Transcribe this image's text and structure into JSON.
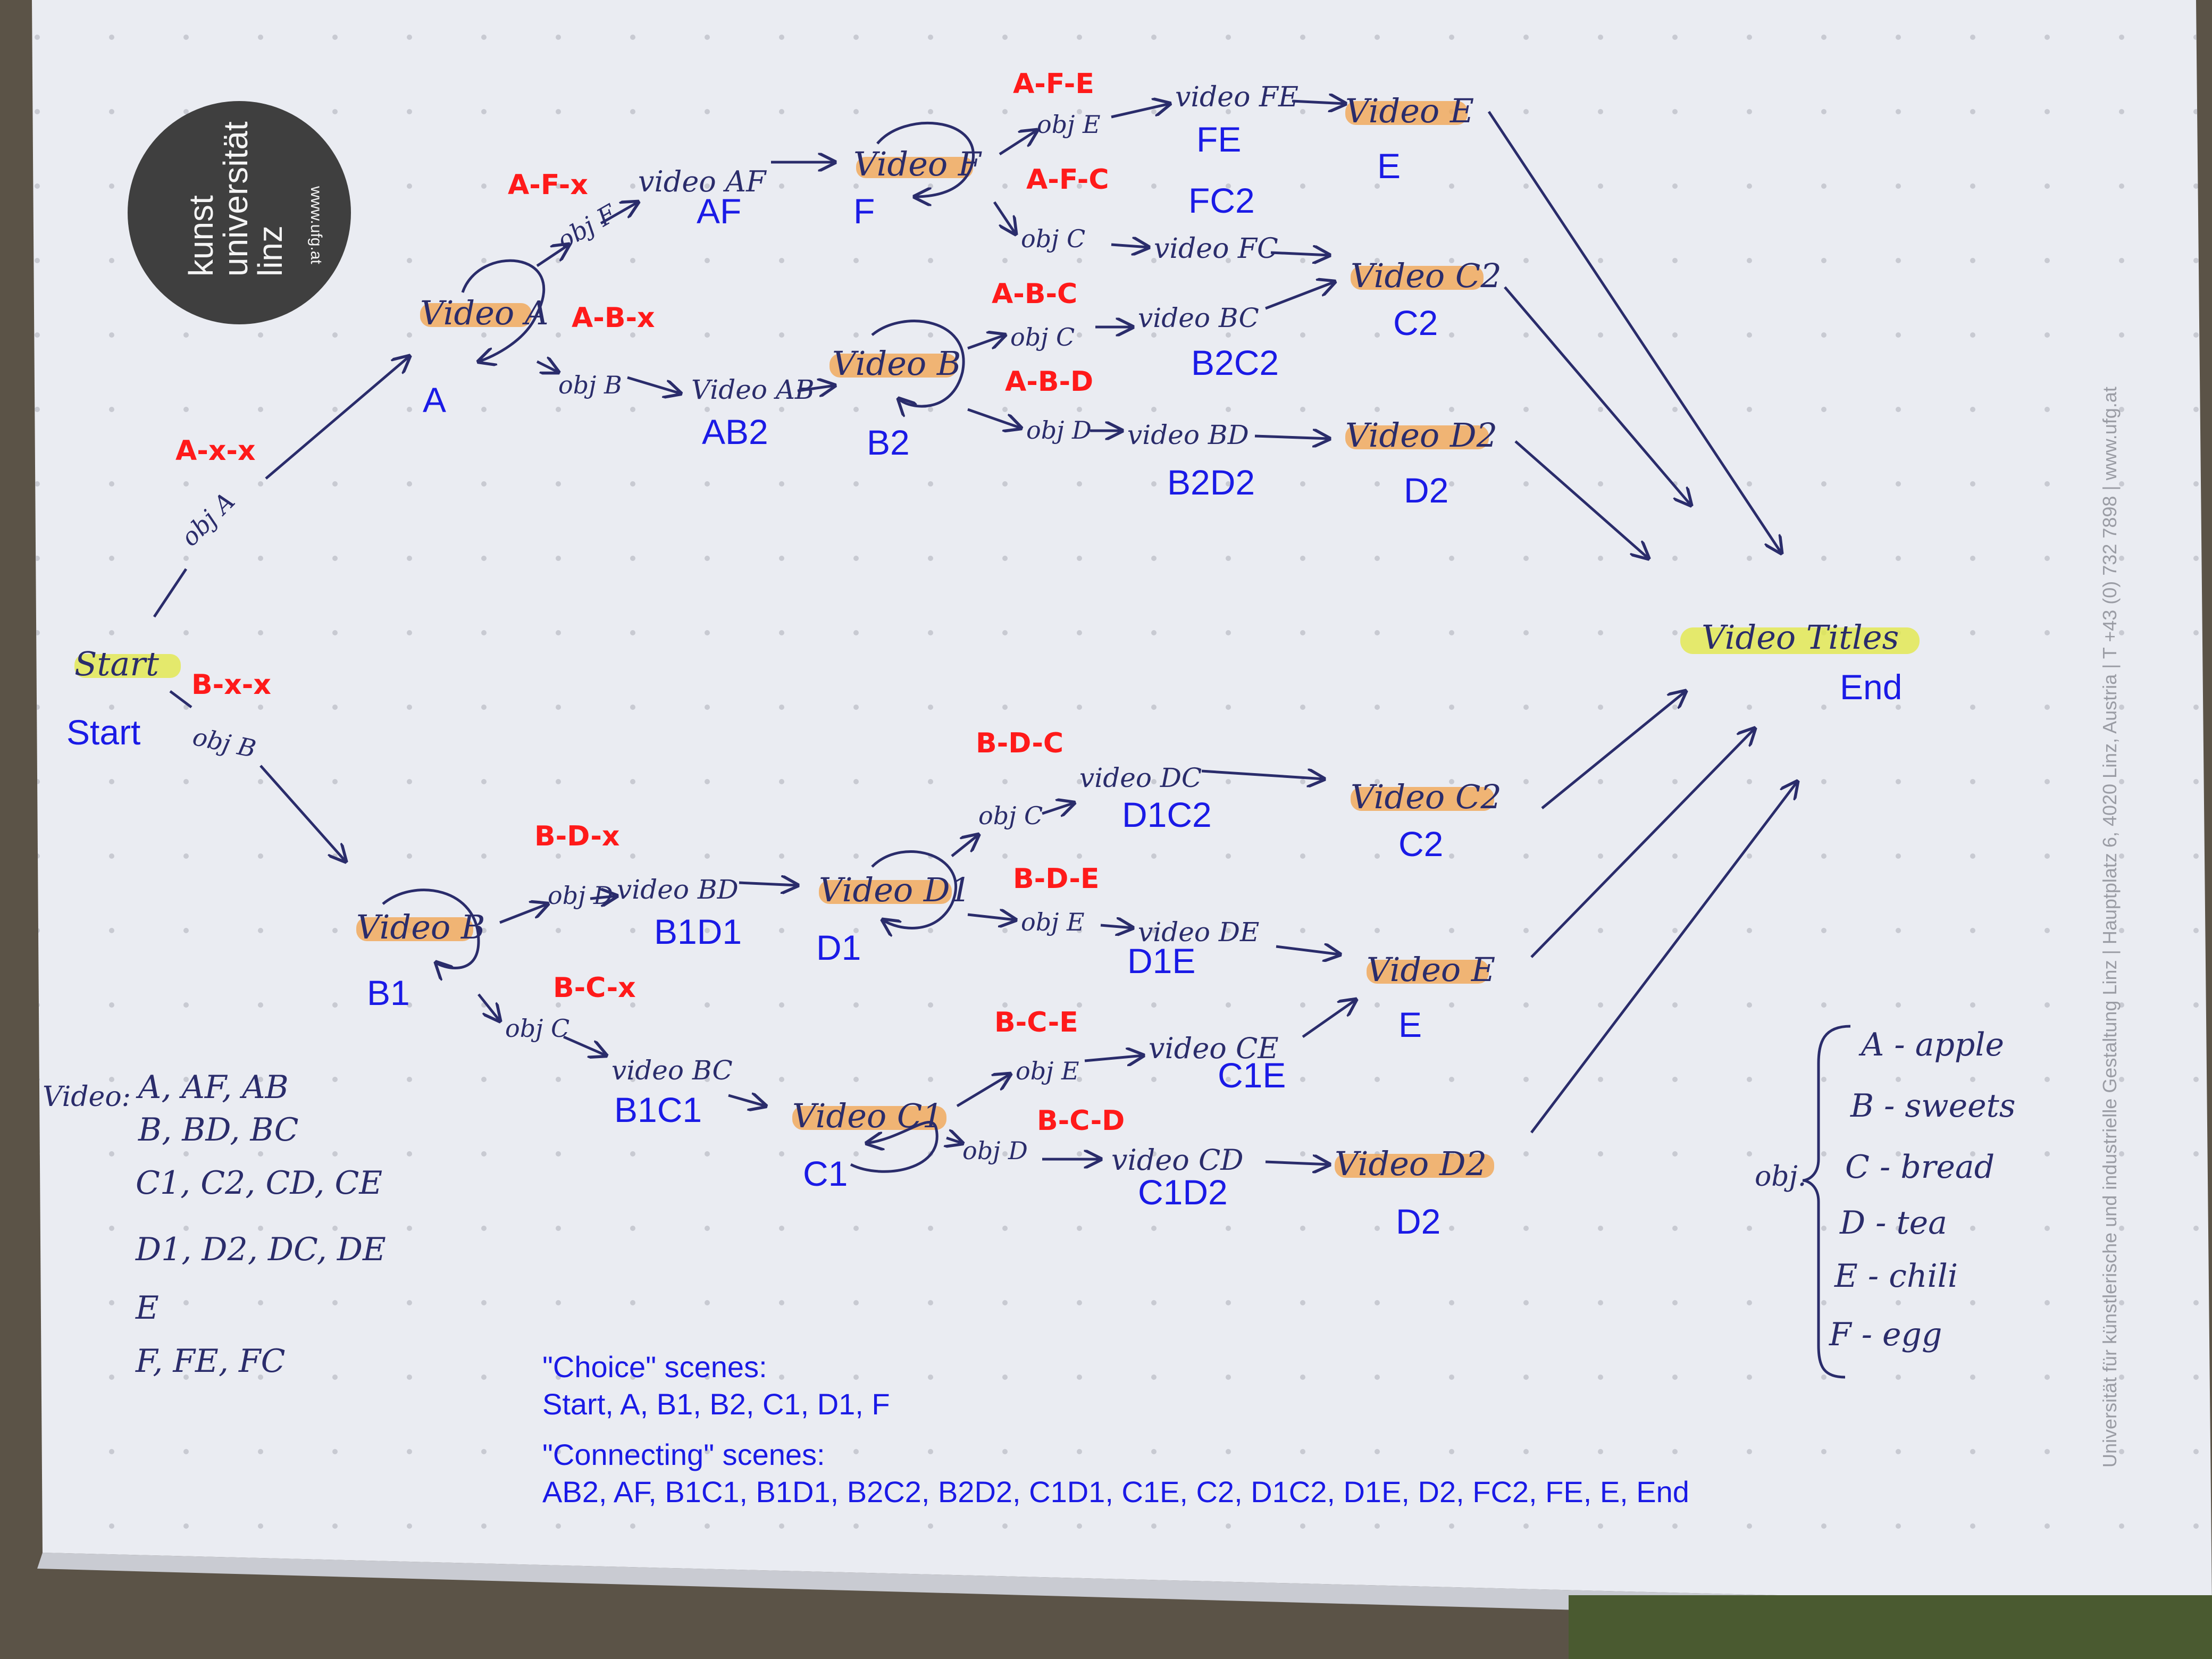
{
  "logo": {
    "line1": "kunst",
    "line2": "universität",
    "line3": "linz",
    "url": "www.ufg.at"
  },
  "side_imprint": "Universität für künstlerische und industrielle Gestaltung Linz | Hauptplatz 6, 4020 Linz, Austria | T +43 (0) 732 7898 | www.ufg.at",
  "nodes": {
    "start": {
      "hand": "Start",
      "name": "Start"
    },
    "video_a": {
      "hand": "Video A",
      "name": "A"
    },
    "video_af": {
      "hand": "video AF",
      "name": "AF"
    },
    "video_f": {
      "hand": "Video F",
      "name": "F"
    },
    "video_fe": {
      "hand": "video FE",
      "name": "FE"
    },
    "video_e_top": {
      "hand": "Video E",
      "name": "E"
    },
    "video_fc": {
      "hand": "video FC",
      "name": "FC2"
    },
    "video_c2_top": {
      "hand": "Video C2",
      "name": "C2"
    },
    "video_ab": {
      "hand": "Video AB",
      "name": "AB2"
    },
    "video_b2": {
      "hand": "Video B",
      "name": "B2"
    },
    "video_bc": {
      "hand": "video BC",
      "name": "B2C2"
    },
    "video_bd": {
      "hand": "video BD",
      "name": "B2D2"
    },
    "video_d2_top": {
      "hand": "Video D2",
      "name": "D2"
    },
    "video_b1": {
      "hand": "Video B",
      "name": "B1"
    },
    "video_b1d1": {
      "hand": "video BD",
      "name": "B1D1"
    },
    "video_d1": {
      "hand": "Video D1",
      "name": "D1"
    },
    "video_dc": {
      "hand": "video DC",
      "name": "D1C2"
    },
    "video_c2_bot": {
      "hand": "Video C2",
      "name": "C2"
    },
    "video_de": {
      "hand": "video DE",
      "name": "D1E"
    },
    "video_e_bot": {
      "hand": "Video E",
      "name": "E"
    },
    "video_b1c1": {
      "hand": "video BC",
      "name": "B1C1"
    },
    "video_c1": {
      "hand": "Video C1",
      "name": "C1"
    },
    "video_ce": {
      "hand": "video CE",
      "name": "C1E"
    },
    "video_cd": {
      "hand": "video CD",
      "name": "C1D2"
    },
    "video_d2_bot": {
      "hand": "Video D2",
      "name": "D2"
    },
    "end": {
      "hand": "Video Titles",
      "name": "End"
    }
  },
  "objects": {
    "obj_a": "obj A",
    "obj_b": "obj B",
    "obj_f": "obj F",
    "obj_b_top": "obj B",
    "obj_e_top": "obj E",
    "obj_c_top": "obj C",
    "obj_c_b2": "obj C",
    "obj_d_b2": "obj D",
    "obj_d_b1": "obj D",
    "obj_c_b1": "obj C",
    "obj_c_d1": "obj C",
    "obj_e_d1": "obj E",
    "obj_e_c1": "obj E",
    "obj_d_c1": "obj D"
  },
  "choices": {
    "axx": "A-x-x",
    "afx": "A-F-x",
    "abx": "A-B-x",
    "afe": "A-F-E",
    "afc": "A-F-C",
    "abc": "A-B-C",
    "abd": "A-B-D",
    "bxx": "B-x-x",
    "bdx": "B-D-x",
    "bdc": "B-D-C",
    "bde": "B-D-E",
    "bcx": "B-C-x",
    "bce": "B-C-E",
    "bcd": "B-C-D"
  },
  "video_list": {
    "label": "Video:",
    "lines": [
      "A, AF, AB",
      "B, BD, BC",
      "C1, C2, CD, CE",
      "D1, D2, DC, DE",
      "E",
      "F, FE, FC"
    ]
  },
  "obj_legend": {
    "label": "obj.",
    "items": [
      "A - apple",
      "B - sweets",
      "C - bread",
      "D - tea",
      "E - chili",
      "F - egg"
    ]
  },
  "notes": {
    "choice_title": "\"Choice\" scenes:",
    "choice_list": "Start, A, B1, B2, C1, D1, F",
    "connecting_title": "\"Connecting\" scenes:",
    "connecting_list": "AB2, AF, B1C1, B1D1, B2C2, B2D2, C1D1, C1E, C2, D1C2, D1E, D2, FC2, FE, E, End"
  },
  "colors": {
    "paper": "#eaecf2",
    "pen": "#2a2c6b",
    "choice_label": "#ff1a1a",
    "scene_label": "#1a1ae6",
    "highlight_orange": "#f2a24a",
    "highlight_yellow": "#e2e84a"
  }
}
